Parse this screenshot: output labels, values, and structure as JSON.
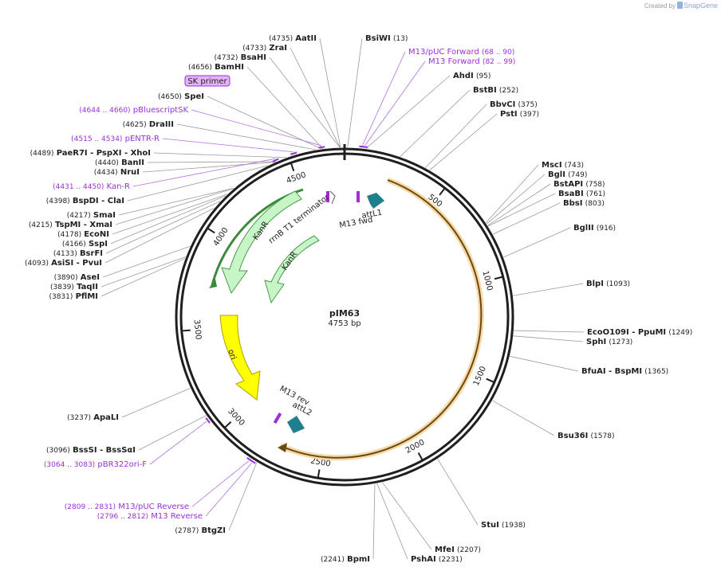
{
  "credit": {
    "prefix": "Created by",
    "brand": "SnapGene"
  },
  "plasmid": {
    "name": "pIM63",
    "length_label": "4753 bp",
    "length_bp": 4753
  },
  "colors": {
    "primer": "#9b30d9",
    "backbone": "#1f1f1f",
    "orf": "#e09a2a",
    "kanr": "#c8f5c8",
    "kanr_stroke": "#3a8a3a",
    "ori": "#ffff00",
    "att": "#1f7f8c"
  },
  "ticks": [
    {
      "bp": 500,
      "label": "500"
    },
    {
      "bp": 1000,
      "label": "1000"
    },
    {
      "bp": 1500,
      "label": "1500"
    },
    {
      "bp": 2000,
      "label": "2000"
    },
    {
      "bp": 2500,
      "label": "2500"
    },
    {
      "bp": 3000,
      "label": "3000"
    },
    {
      "bp": 3500,
      "label": "3500"
    },
    {
      "bp": 4000,
      "label": "4000"
    },
    {
      "bp": 4500,
      "label": "4500"
    }
  ],
  "labels": [
    {
      "name": "AatII",
      "pos": "(4735)",
      "kind": "enzyme",
      "side": "L",
      "bp": 4735
    },
    {
      "name": "ZraI",
      "pos": "(4733)",
      "kind": "enzyme",
      "side": "L",
      "bp": 4733
    },
    {
      "name": "BsaHI",
      "pos": "(4732)",
      "kind": "enzyme",
      "side": "L",
      "bp": 4732
    },
    {
      "name": "BamHI",
      "pos": "(4656)",
      "kind": "enzyme",
      "side": "L",
      "bp": 4656
    },
    {
      "name": "SK primer",
      "pos": "",
      "kind": "boxed",
      "side": "L",
      "bp": null
    },
    {
      "name": "SpeI",
      "pos": "(4650)",
      "kind": "enzyme",
      "side": "L",
      "bp": 4650
    },
    {
      "name": "pBluescriptSK",
      "pos": "(4644 .. 4660)",
      "kind": "primer",
      "side": "L",
      "bp": 4652
    },
    {
      "name": "DraIII",
      "pos": "(4625)",
      "kind": "enzyme",
      "side": "L",
      "bp": 4625
    },
    {
      "name": "pENTR-R",
      "pos": "(4515 .. 4534)",
      "kind": "primer",
      "side": "L",
      "bp": 4525
    },
    {
      "name": "PaeR7I - PspXI - XhoI",
      "pos": "(4489)",
      "kind": "enzyme",
      "side": "L",
      "bp": 4489
    },
    {
      "name": "BanII",
      "pos": "(4440)",
      "kind": "enzyme",
      "side": "L",
      "bp": 4440
    },
    {
      "name": "NruI",
      "pos": "(4434)",
      "kind": "enzyme",
      "side": "L",
      "bp": 4434
    },
    {
      "name": "Kan-R",
      "pos": "(4431 .. 4450)",
      "kind": "primer",
      "side": "L",
      "bp": 4440
    },
    {
      "name": "BspDI - ClaI",
      "pos": "(4398)",
      "kind": "enzyme",
      "side": "L",
      "bp": 4398
    },
    {
      "name": "SmaI",
      "pos": "(4217)",
      "kind": "enzyme",
      "side": "L",
      "bp": 4217
    },
    {
      "name": "TspMI - XmaI",
      "pos": "(4215)",
      "kind": "enzyme",
      "side": "L",
      "bp": 4215
    },
    {
      "name": "EcoNI",
      "pos": "(4178)",
      "kind": "enzyme",
      "side": "L",
      "bp": 4178
    },
    {
      "name": "SspI",
      "pos": "(4166)",
      "kind": "enzyme",
      "side": "L",
      "bp": 4166
    },
    {
      "name": "BsrFI",
      "pos": "(4133)",
      "kind": "enzyme",
      "side": "L",
      "bp": 4133
    },
    {
      "name": "AsiSI - PvuI",
      "pos": "(4093)",
      "kind": "enzyme",
      "side": "L",
      "bp": 4093
    },
    {
      "name": "AseI",
      "pos": "(3890)",
      "kind": "enzyme",
      "side": "L",
      "bp": 3890
    },
    {
      "name": "TaqII",
      "pos": "(3839)",
      "kind": "enzyme",
      "side": "L",
      "bp": 3839
    },
    {
      "name": "PflMI",
      "pos": "(3831)",
      "kind": "enzyme",
      "side": "L",
      "bp": 3831
    },
    {
      "name": "ApaLI",
      "pos": "(3237)",
      "kind": "enzyme",
      "side": "L",
      "bp": 3237
    },
    {
      "name": "BssSI - BssSαI",
      "pos": "(3096)",
      "kind": "enzyme",
      "side": "L",
      "bp": 3096
    },
    {
      "name": "pBR322ori-F",
      "pos": "(3064 .. 3083)",
      "kind": "primer",
      "side": "L",
      "bp": 3074
    },
    {
      "name": "M13/pUC Reverse",
      "pos": "(2809 .. 2831)",
      "kind": "primer",
      "side": "L",
      "bp": 2820
    },
    {
      "name": "M13 Reverse",
      "pos": "(2796 .. 2812)",
      "kind": "primer",
      "side": "L",
      "bp": 2804
    },
    {
      "name": "BtgZI",
      "pos": "(2787)",
      "kind": "enzyme",
      "side": "L",
      "bp": 2787
    },
    {
      "name": "BpmI",
      "pos": "(2241)",
      "kind": "enzyme",
      "side": "L",
      "bp": 2241
    },
    {
      "name": "BsiWI",
      "pos": "(13)",
      "kind": "enzyme",
      "side": "R",
      "bp": 13
    },
    {
      "name": "M13/pUC Forward",
      "pos": "(68 .. 90)",
      "kind": "primer",
      "side": "R",
      "bp": 79
    },
    {
      "name": "M13 Forward",
      "pos": "(82 .. 99)",
      "kind": "primer",
      "side": "R",
      "bp": 90
    },
    {
      "name": "AhdI",
      "pos": "(95)",
      "kind": "enzyme",
      "side": "R",
      "bp": 95
    },
    {
      "name": "BstBI",
      "pos": "(252)",
      "kind": "enzyme",
      "side": "R",
      "bp": 252
    },
    {
      "name": "BbvCI",
      "pos": "(375)",
      "kind": "enzyme",
      "side": "R",
      "bp": 375
    },
    {
      "name": "PstI",
      "pos": "(397)",
      "kind": "enzyme",
      "side": "R",
      "bp": 397
    },
    {
      "name": "MscI",
      "pos": "(743)",
      "kind": "enzyme",
      "side": "R",
      "bp": 743
    },
    {
      "name": "BglI",
      "pos": "(749)",
      "kind": "enzyme",
      "side": "R",
      "bp": 749
    },
    {
      "name": "BstAPI",
      "pos": "(758)",
      "kind": "enzyme",
      "side": "R",
      "bp": 758
    },
    {
      "name": "BsaBI",
      "pos": "(761)",
      "kind": "enzyme",
      "side": "R",
      "bp": 761
    },
    {
      "name": "BbsI",
      "pos": "(803)",
      "kind": "enzyme",
      "side": "R",
      "bp": 803
    },
    {
      "name": "BglII",
      "pos": "(916)",
      "kind": "enzyme",
      "side": "R",
      "bp": 916
    },
    {
      "name": "BlpI",
      "pos": "(1093)",
      "kind": "enzyme",
      "side": "R",
      "bp": 1093
    },
    {
      "name": "EcoO109I - PpuMI",
      "pos": "(1249)",
      "kind": "enzyme",
      "side": "R",
      "bp": 1249
    },
    {
      "name": "SphI",
      "pos": "(1273)",
      "kind": "enzyme",
      "side": "R",
      "bp": 1273
    },
    {
      "name": "BfuAI - BspMI",
      "pos": "(1365)",
      "kind": "enzyme",
      "side": "R",
      "bp": 1365
    },
    {
      "name": "Bsu36I",
      "pos": "(1578)",
      "kind": "enzyme",
      "side": "R",
      "bp": 1578
    },
    {
      "name": "StuI",
      "pos": "(1938)",
      "kind": "enzyme",
      "side": "R",
      "bp": 1938
    },
    {
      "name": "MfeI",
      "pos": "(2207)",
      "kind": "enzyme",
      "side": "R",
      "bp": 2207
    },
    {
      "name": "PshAI",
      "pos": "(2231)",
      "kind": "enzyme",
      "side": "R",
      "bp": 2231
    }
  ],
  "features": [
    {
      "name": "rrnB T1 terminator",
      "type": "terminator"
    },
    {
      "name": "KanR",
      "type": "cds",
      "strand": "reverse"
    },
    {
      "name": "KanR",
      "type": "cds",
      "strand": "reverse"
    },
    {
      "name": "attL1",
      "type": "att"
    },
    {
      "name": "M13 fwd",
      "type": "primer_bind"
    },
    {
      "name": "ori",
      "type": "rep_origin"
    },
    {
      "name": "M13 rev",
      "type": "primer_bind"
    },
    {
      "name": "attL2",
      "type": "att"
    }
  ]
}
